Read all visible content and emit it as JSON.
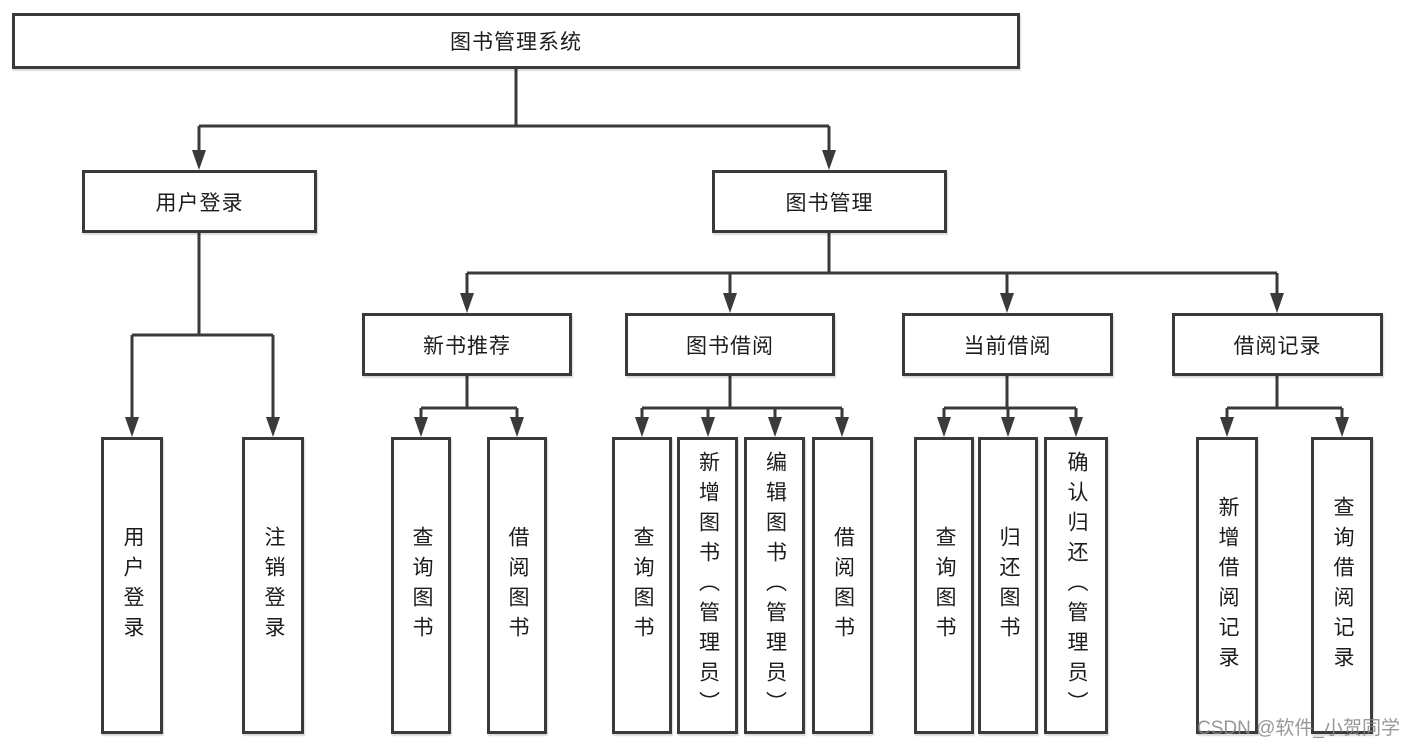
{
  "diagram": {
    "type": "function-structure-tree",
    "colors": {
      "line": "#3a3a3a",
      "box_border": "#3a3a3a",
      "text": "#1c1c1c",
      "background": "#ffffff",
      "watermark": "#868686"
    },
    "tree": {
      "label": "图书管理系统",
      "children": [
        {
          "label": "用户登录",
          "children": [
            {
              "label": "用户登录"
            },
            {
              "label": "注销登录"
            }
          ]
        },
        {
          "label": "图书管理",
          "children": [
            {
              "label": "新书推荐",
              "children": [
                {
                  "label": "查询图书"
                },
                {
                  "label": "借阅图书"
                }
              ]
            },
            {
              "label": "图书借阅",
              "children": [
                {
                  "label": "查询图书"
                },
                {
                  "label": "新增图书（管理员）"
                },
                {
                  "label": "编辑图书（管理员）"
                },
                {
                  "label": "借阅图书"
                }
              ]
            },
            {
              "label": "当前借阅",
              "children": [
                {
                  "label": "查询图书"
                },
                {
                  "label": "归还图书"
                },
                {
                  "label": "确认归还（管理员）"
                }
              ]
            },
            {
              "label": "借阅记录",
              "children": [
                {
                  "label": "新增借阅记录"
                },
                {
                  "label": "查询借阅记录"
                }
              ]
            }
          ]
        }
      ]
    },
    "watermark": "CSDN @软件_小贺同学"
  }
}
